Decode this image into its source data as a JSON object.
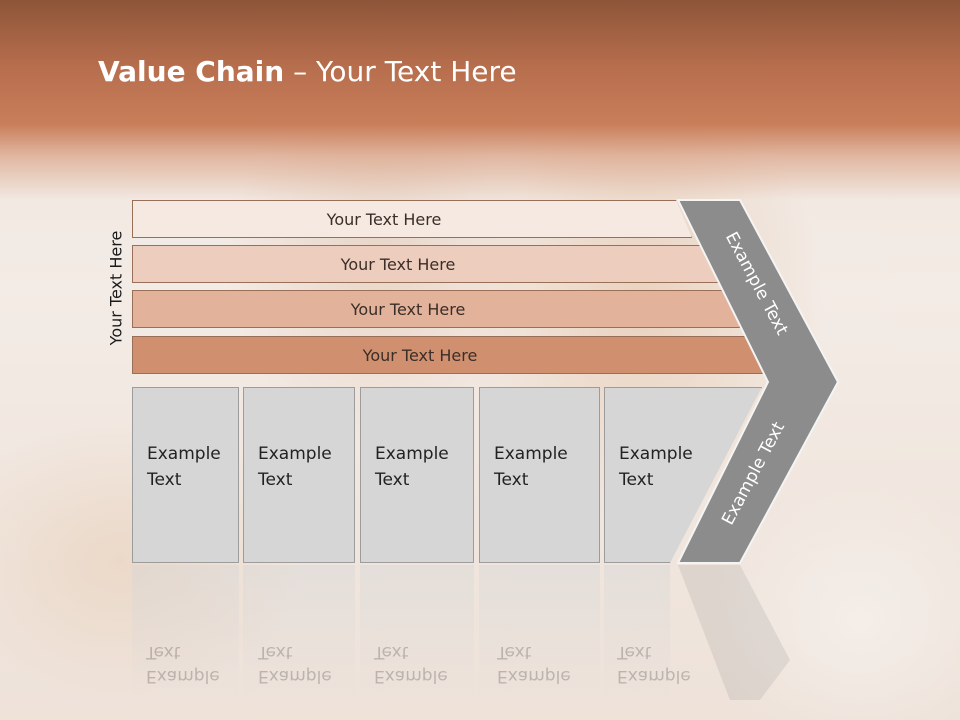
{
  "slide": {
    "title_bold": "Value Chain",
    "title_rest": " – Your Text Here"
  },
  "side_label": "Your Text Here",
  "rows": [
    {
      "label": "Your Text Here"
    },
    {
      "label": "Your Text Here"
    },
    {
      "label": "Your Text Here"
    },
    {
      "label": "Your Text Here"
    }
  ],
  "boxes": [
    {
      "label": "Example\nText"
    },
    {
      "label": "Example\nText"
    },
    {
      "label": "Example\nText"
    },
    {
      "label": "Example\nText"
    },
    {
      "label": "Example\nText"
    }
  ],
  "chevron": {
    "upper_label": "Example Text",
    "lower_label": "Example Text"
  },
  "colors": {
    "header_band": "#c97e5a",
    "row_1": "#f6e9e2",
    "row_2": "#edcdbd",
    "row_3": "#e2b29b",
    "row_4": "#d0906f",
    "box": "#d6d6d6",
    "chevron": "#8c8c8c"
  }
}
